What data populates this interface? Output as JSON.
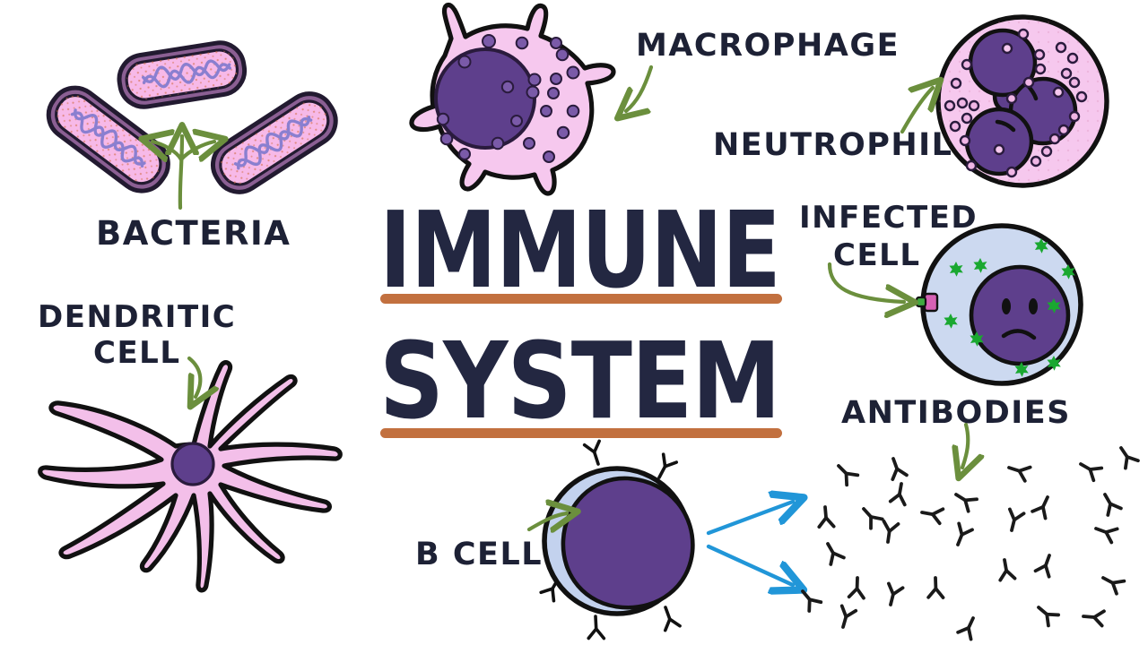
{
  "title": {
    "line1": "IMMUNE",
    "line2": "SYSTEM",
    "underline_color": "#c2703f",
    "text_color": "#232741"
  },
  "labels": {
    "bacteria": "BACTERIA",
    "macrophage": "MACROPHAGE",
    "neutrophil": "NEUTROPHIL",
    "infected_cell_line1": "INFECTED",
    "infected_cell_line2": "CELL",
    "dendritic_cell_line1": "DENDRITIC",
    "dendritic_cell_line2": "CELL",
    "antibodies": "ANTIBODIES",
    "b_cell": "B CELL"
  },
  "colors": {
    "background": "#ffffff",
    "ink": "#1d2135",
    "outline_black": "#111111",
    "cell_pink": "#f6c8ee",
    "cell_pink_light": "#f7cdf0",
    "bacteria_fill": "#f7b9e8",
    "bacteria_wall": "#8b5f93",
    "nucleus_purple": "#5e3f8c",
    "nucleus_purple_dark": "#553882",
    "granule_purple": "#7a5aa8",
    "dna_purple": "#8a7fd0",
    "dendrite_pink": "#f3bfe9",
    "infected_cytoplasm": "#ccd9f0",
    "bcell_cytoplasm": "#c3d2ee",
    "virus_green": "#1aa830",
    "arrow_green": "#6b8f3d",
    "arrow_blue": "#2196d8",
    "receptor_pink": "#d661b4",
    "underline_orange": "#c2703f"
  },
  "cells": [
    {
      "name": "bacteria",
      "label": "BACTERIA",
      "count": 3,
      "description": "rod-shaped pink bacteria with purple DNA strands"
    },
    {
      "name": "macrophage",
      "label": "MACROPHAGE",
      "count": 1,
      "description": "amoeboid pink cell with pseudopods and large purple nucleus"
    },
    {
      "name": "neutrophil",
      "label": "NEUTROPHIL",
      "count": 1,
      "description": "round pink cell with three connected purple nuclear lobes"
    },
    {
      "name": "infected-cell",
      "label": "INFECTED CELL",
      "count": 1,
      "description": "pale blue cell with green viruses and sad purple nucleus"
    },
    {
      "name": "dendritic-cell",
      "label": "DENDRITIC CELL",
      "count": 1,
      "description": "pink star-shaped cell with long branching dendrites"
    },
    {
      "name": "b-cell",
      "label": "B CELL",
      "count": 1,
      "description": "blue round cell with purple nucleus and Y-shaped surface receptors"
    },
    {
      "name": "antibodies",
      "label": "ANTIBODIES",
      "count": 28,
      "description": "scattered black Y-shaped antibody molecules"
    }
  ],
  "arrows": [
    {
      "name": "bacteria-arrow",
      "color": "#6b8f3d",
      "style": "three-pronged"
    },
    {
      "name": "macrophage-arrow",
      "color": "#6b8f3d",
      "style": "curved"
    },
    {
      "name": "neutrophil-arrow",
      "color": "#6b8f3d",
      "style": "curved"
    },
    {
      "name": "infected-cell-arrow",
      "color": "#6b8f3d",
      "style": "curved"
    },
    {
      "name": "dendritic-cell-arrow",
      "color": "#6b8f3d",
      "style": "curved"
    },
    {
      "name": "antibodies-arrow",
      "color": "#6b8f3d",
      "style": "curved"
    },
    {
      "name": "b-cell-arrow",
      "color": "#6b8f3d",
      "style": "curved"
    },
    {
      "name": "bcell-to-antibodies-arrow-upper",
      "color": "#2196d8",
      "style": "straight"
    },
    {
      "name": "bcell-to-antibodies-arrow-lower",
      "color": "#2196d8",
      "style": "straight"
    }
  ]
}
